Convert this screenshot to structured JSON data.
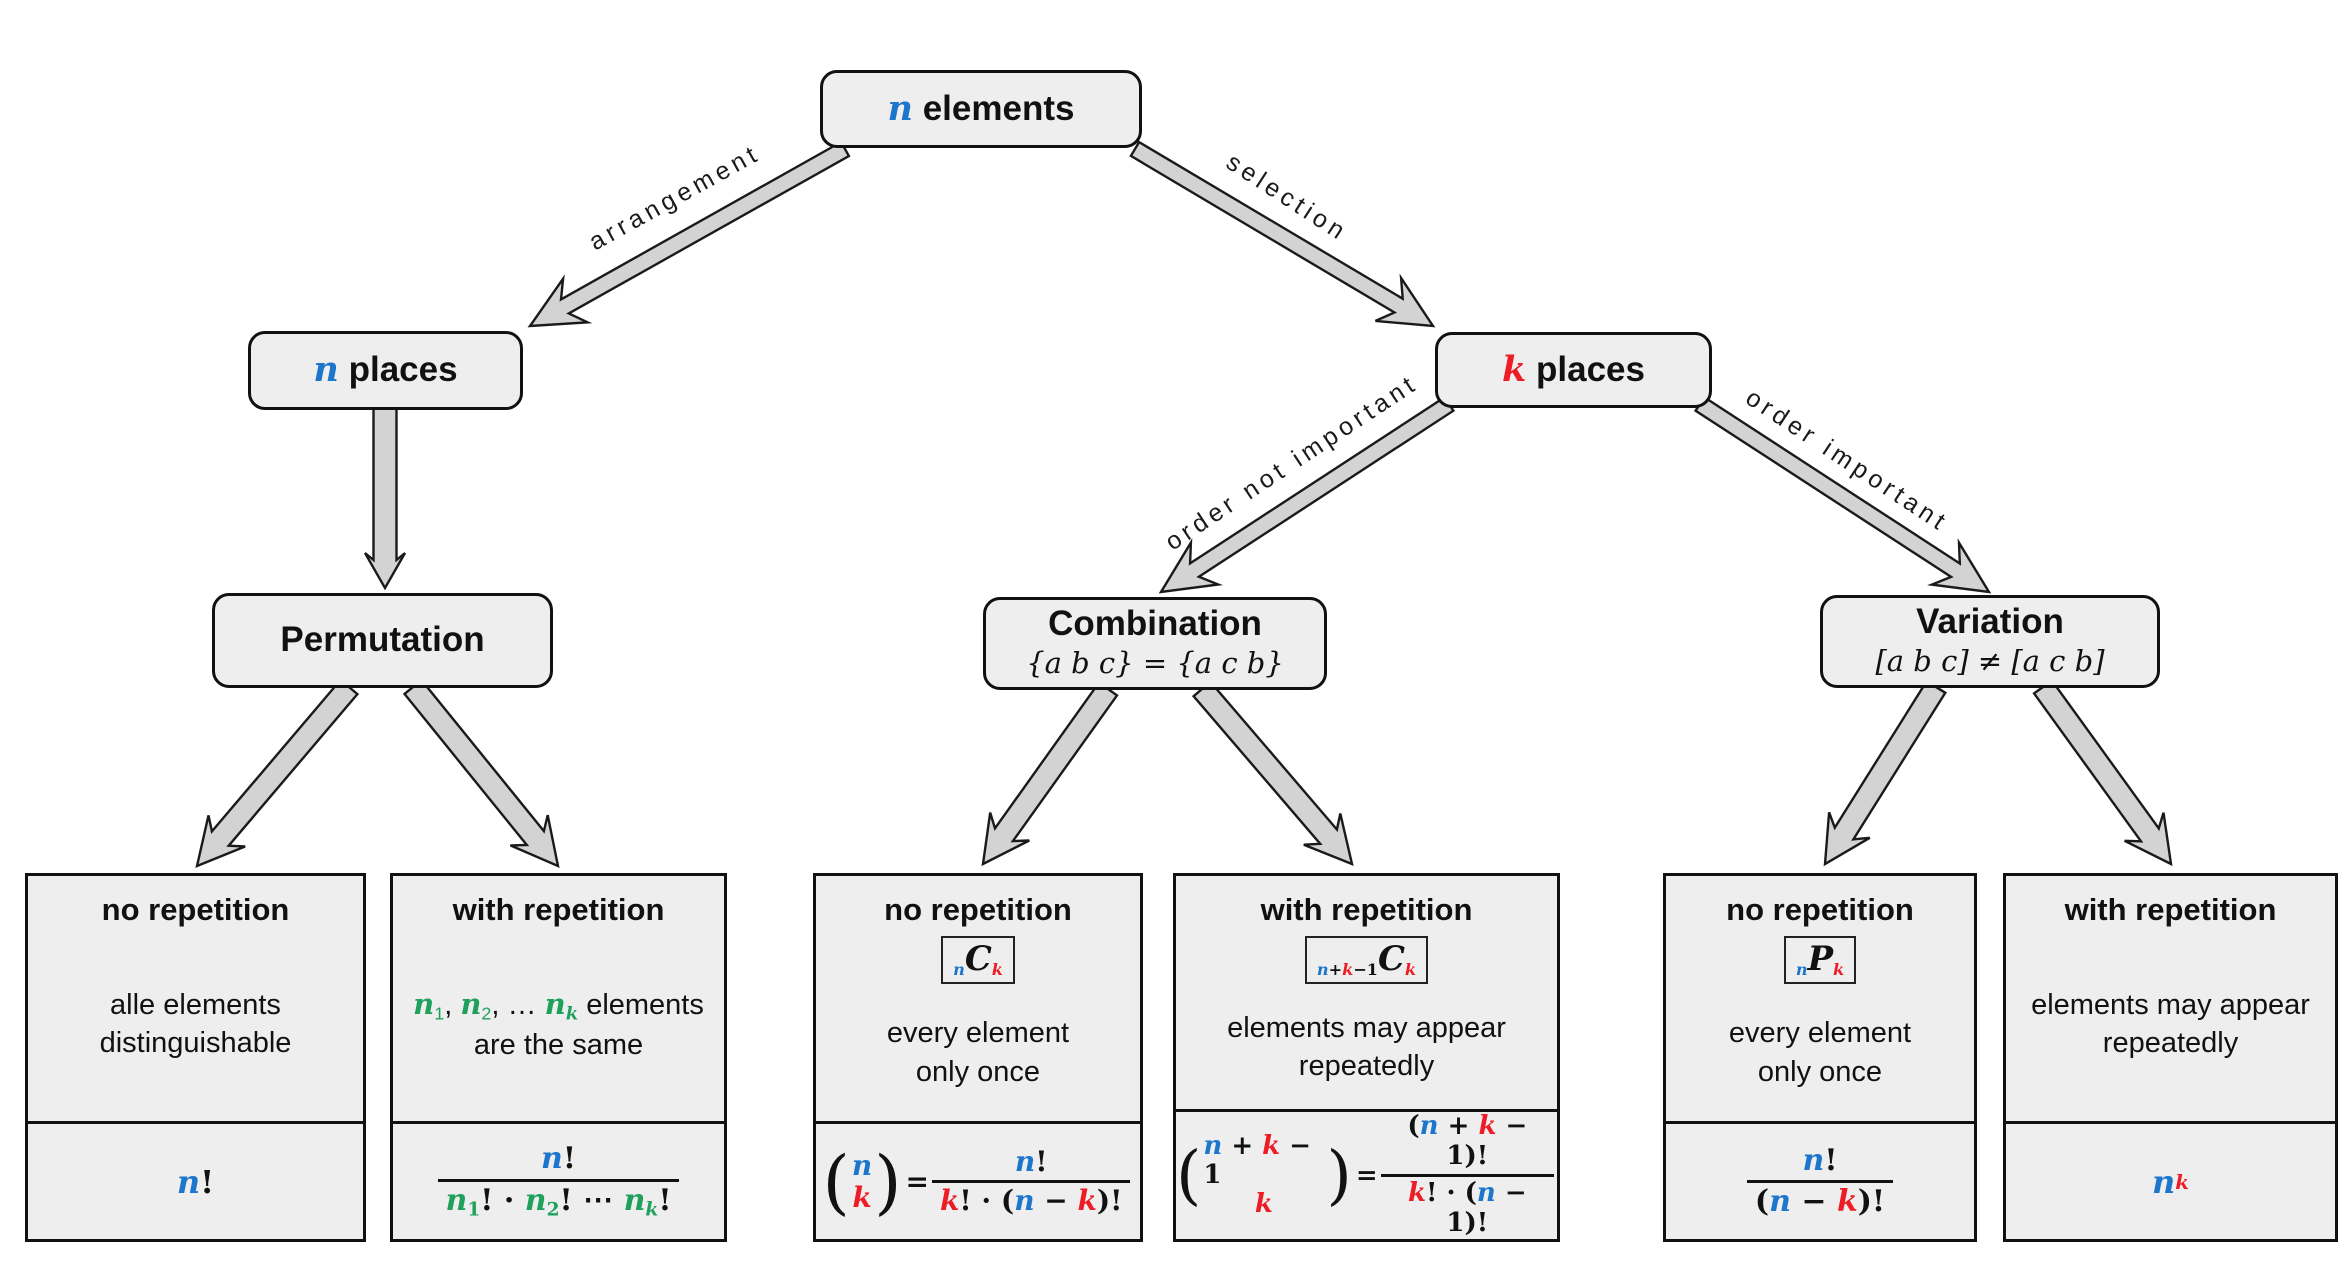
{
  "palette": {
    "blue": "#1b76cc",
    "red": "#ee1c25",
    "green": "#1fa15c",
    "box_fill": "#eeeeee",
    "arrow_fill": "#d3d3d3",
    "arrow_outline": "#1a1a1a"
  },
  "nodes": {
    "root": {
      "label": [
        {
          "t": "n",
          "v": 1,
          "c": "blue"
        },
        {
          "t": " elements"
        }
      ]
    },
    "n_places": {
      "label": [
        {
          "t": "n",
          "v": 1,
          "c": "blue"
        },
        {
          "t": " places"
        }
      ]
    },
    "k_places": {
      "label": [
        {
          "t": "k",
          "v": 1,
          "c": "red"
        },
        {
          "t": " places"
        }
      ]
    },
    "permutation": {
      "title": "Permutation"
    },
    "combination": {
      "title": "Combination",
      "subtitle": [
        {
          "t": "{a b c} = {a c b}",
          "i": 1
        }
      ]
    },
    "variation": {
      "title": "Variation",
      "subtitle": [
        {
          "t": "[a b c] ≠ [a c b]",
          "i": 1
        }
      ]
    }
  },
  "edges": {
    "arrangement": "arrangement",
    "selection": "selection",
    "order_not_important": "order not important",
    "order_important": "order important"
  },
  "leaves": [
    {
      "title": "no repetition",
      "desc": [
        [
          {
            "t": "alle elements"
          }
        ],
        [
          {
            "t": "distinguishable"
          }
        ]
      ],
      "formula": [
        {
          "t": "n",
          "v": 1,
          "c": "blue"
        },
        {
          "t": "!"
        }
      ]
    },
    {
      "title": "with repetition",
      "desc": [
        [
          {
            "t": "n",
            "v": 1,
            "c": "green"
          },
          {
            "t": "1",
            "sub": 1,
            "c": "green"
          },
          {
            "t": ", "
          },
          {
            "t": "n",
            "v": 1,
            "c": "green"
          },
          {
            "t": "2",
            "sub": 1,
            "c": "green"
          },
          {
            "t": ", … "
          },
          {
            "t": "n",
            "v": 1,
            "c": "green"
          },
          {
            "t": "k",
            "v": 1,
            "sub": 1,
            "c": "green"
          },
          {
            "t": " elements"
          }
        ],
        [
          {
            "t": "are the same"
          }
        ]
      ],
      "formula": [
        {
          "frac": {
            "num": [
              {
                "t": "n",
                "v": 1,
                "c": "blue"
              },
              {
                "t": "!"
              }
            ],
            "den": [
              {
                "t": "n",
                "v": 1,
                "c": "green"
              },
              {
                "t": "1",
                "sub": 1,
                "c": "green"
              },
              {
                "t": "! · "
              },
              {
                "t": "n",
                "v": 1,
                "c": "green"
              },
              {
                "t": "2",
                "sub": 1,
                "c": "green"
              },
              {
                "t": "! ⋯ "
              },
              {
                "t": "n",
                "v": 1,
                "c": "green"
              },
              {
                "t": "k",
                "v": 1,
                "sub": 1,
                "c": "green"
              },
              {
                "t": "!"
              }
            ]
          }
        }
      ]
    },
    {
      "title": "no repetition",
      "badge": [
        {
          "t": "n",
          "v": 1,
          "sub": 1,
          "c": "blue"
        },
        {
          "t": "C",
          "v": 1,
          "big": 1
        },
        {
          "t": "k",
          "v": 1,
          "sub": 1,
          "c": "red"
        }
      ],
      "desc": [
        [
          {
            "t": "every element"
          }
        ],
        [
          {
            "t": "only once"
          }
        ]
      ],
      "formula": [
        {
          "binom": {
            "top": [
              {
                "t": "n",
                "v": 1,
                "c": "blue"
              }
            ],
            "bottom": [
              {
                "t": "k",
                "v": 1,
                "c": "red"
              }
            ]
          }
        },
        {
          "t": " = "
        },
        {
          "frac": {
            "num": [
              {
                "t": "n",
                "v": 1,
                "c": "blue"
              },
              {
                "t": "!"
              }
            ],
            "den": [
              {
                "t": "k",
                "v": 1,
                "c": "red"
              },
              {
                "t": "! · ("
              },
              {
                "t": "n",
                "v": 1,
                "c": "blue"
              },
              {
                "t": " − "
              },
              {
                "t": "k",
                "v": 1,
                "c": "red"
              },
              {
                "t": ")!"
              }
            ]
          }
        }
      ]
    },
    {
      "title": "with repetition",
      "badge": [
        {
          "t": "n",
          "v": 1,
          "sub": 1,
          "c": "blue"
        },
        {
          "t": "+",
          "sub": 1
        },
        {
          "t": "k",
          "v": 1,
          "sub": 1,
          "c": "red"
        },
        {
          "t": "−1",
          "sub": 1
        },
        {
          "t": "C",
          "v": 1,
          "big": 1
        },
        {
          "t": "k",
          "v": 1,
          "sub": 1,
          "c": "red"
        }
      ],
      "desc": [
        [
          {
            "t": "elements may appear"
          }
        ],
        [
          {
            "t": "repeatedly"
          }
        ]
      ],
      "formula": [
        {
          "binom": {
            "top": [
              {
                "t": "n",
                "v": 1,
                "c": "blue"
              },
              {
                "t": " + "
              },
              {
                "t": "k",
                "v": 1,
                "c": "red"
              },
              {
                "t": " − 1"
              }
            ],
            "bottom": [
              {
                "t": "k",
                "v": 1,
                "c": "red"
              }
            ]
          }
        },
        {
          "t": " = "
        },
        {
          "frac": {
            "num": [
              {
                "t": "("
              },
              {
                "t": "n",
                "v": 1,
                "c": "blue"
              },
              {
                "t": " + "
              },
              {
                "t": "k",
                "v": 1,
                "c": "red"
              },
              {
                "t": " − 1)!"
              }
            ],
            "den": [
              {
                "t": "k",
                "v": 1,
                "c": "red"
              },
              {
                "t": "! · ("
              },
              {
                "t": "n",
                "v": 1,
                "c": "blue"
              },
              {
                "t": " − 1)!"
              }
            ]
          }
        }
      ]
    },
    {
      "title": "no repetition",
      "badge": [
        {
          "t": "n",
          "v": 1,
          "sub": 1,
          "c": "blue"
        },
        {
          "t": "P",
          "v": 1,
          "big": 1
        },
        {
          "t": "k",
          "v": 1,
          "sub": 1,
          "c": "red"
        }
      ],
      "desc": [
        [
          {
            "t": "every element"
          }
        ],
        [
          {
            "t": "only once"
          }
        ]
      ],
      "formula": [
        {
          "frac": {
            "num": [
              {
                "t": "n",
                "v": 1,
                "c": "blue"
              },
              {
                "t": "!"
              }
            ],
            "den": [
              {
                "t": "("
              },
              {
                "t": "n",
                "v": 1,
                "c": "blue"
              },
              {
                "t": " − "
              },
              {
                "t": "k",
                "v": 1,
                "c": "red"
              },
              {
                "t": ")!"
              }
            ]
          }
        }
      ]
    },
    {
      "title": "with repetition",
      "desc": [
        [
          {
            "t": "elements may appear"
          }
        ],
        [
          {
            "t": "repeatedly"
          }
        ]
      ],
      "formula": [
        {
          "t": "n",
          "v": 1,
          "c": "blue"
        },
        {
          "t": "k",
          "v": 1,
          "sup": 1,
          "c": "red"
        }
      ]
    }
  ]
}
